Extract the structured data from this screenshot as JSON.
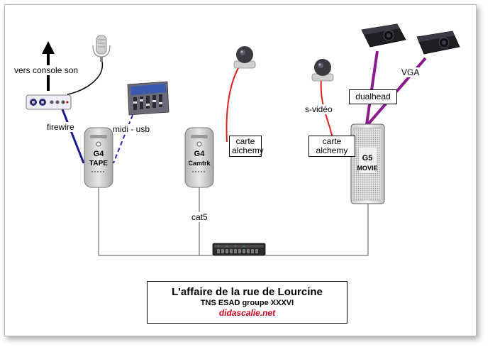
{
  "labels": {
    "console": "vers console son",
    "firewire": "firewire",
    "midi": "midi - usb",
    "carte1": [
      "carte",
      "alchemy"
    ],
    "carte2": [
      "carte",
      "alchemy"
    ],
    "svideo": "s-vidéo",
    "dualhead": "dualhead",
    "vga": "VGA",
    "cat5": "cat5"
  },
  "machines": {
    "tape": [
      "G4",
      "TAPE"
    ],
    "camtrk": [
      "G4",
      "Camtrk"
    ],
    "movie": [
      "G5",
      "MOVIE"
    ]
  },
  "title": {
    "main": "L'affaire de la rue de Lourcine",
    "sub": "TNS ESAD groupe XXXVI",
    "link": "didascalie.net"
  },
  "colors": {
    "firewire": "#1a1a8c",
    "midi": "#2a2ab0",
    "video": "#e0201e",
    "vga": "#8b1a8b",
    "ethernet": "#555555"
  }
}
